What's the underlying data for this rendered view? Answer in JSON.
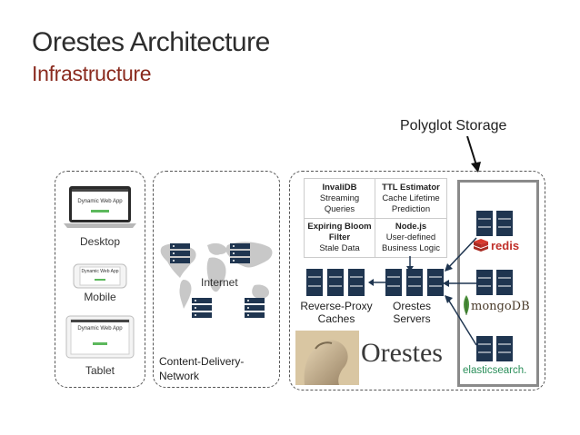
{
  "header": {
    "title": "Orestes Architecture",
    "subtitle": "Infrastructure"
  },
  "clients": {
    "items": [
      {
        "label": "Desktop",
        "screen_title": "Dynamic Web App"
      },
      {
        "label": "Mobile",
        "screen_title": "Dynamic Web App"
      },
      {
        "label": "Tablet",
        "screen_title": "Dynamic Web App"
      }
    ]
  },
  "cdn": {
    "label_line1": "Content-Delivery-",
    "label_line2": "Network",
    "internet_label": "Internet"
  },
  "features": [
    {
      "title": "InvaliDB",
      "line1": "Streaming",
      "line2": "Queries"
    },
    {
      "title": "TTL Estimator",
      "line1": "Cache Lifetime",
      "line2": "Prediction"
    },
    {
      "title": "Expiring Bloom",
      "line1": "Filter",
      "line2": "Stale Data"
    },
    {
      "title": "Node.js",
      "line1": "User-defined",
      "line2": "Business Logic"
    }
  ],
  "nodes": {
    "proxy_line1": "Reverse-Proxy",
    "proxy_line2": "Caches",
    "servers_line1": "Orestes",
    "servers_line2": "Servers"
  },
  "logo": {
    "text": "Orestes"
  },
  "storage": {
    "label": "Polyglot Storage",
    "databases": [
      {
        "name": "redis",
        "icon": "redis-icon",
        "color": "#c0302a"
      },
      {
        "name": "mongoDB",
        "icon": "mongodb-leaf-icon",
        "color": "#4a8f3a"
      },
      {
        "name": "elasticsearch.",
        "icon": "elasticsearch-icon",
        "color": "#2b8f5a"
      }
    ]
  },
  "colors": {
    "server_fill": "#1f3550",
    "subtitle": "#8a2a1e",
    "map": "#c8c8c8"
  }
}
